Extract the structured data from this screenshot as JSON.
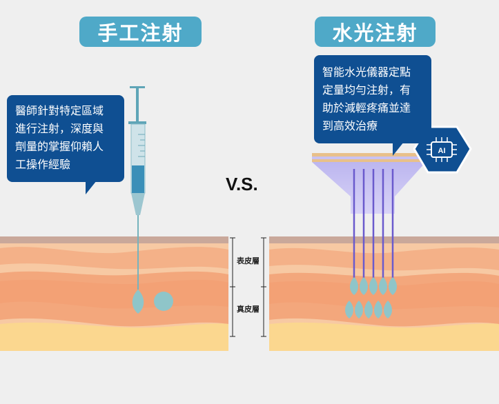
{
  "titles": {
    "left": "手工注射",
    "right": "水光注射"
  },
  "bubbles": {
    "left": [
      "醫師針對特定區域",
      "進行注射，深度與",
      "劑量的掌握仰賴人",
      "工操作經驗"
    ],
    "right": [
      "智能水光儀器定點",
      "定量均勻注射，有",
      "助於減輕疼痛並達",
      "到高效治療"
    ]
  },
  "vs_label": "V.S.",
  "layers": {
    "epidermis": "表皮層",
    "dermis": "真皮層"
  },
  "chip_label": "AI",
  "colors": {
    "title_bg": "#4fa9c8",
    "bubble_bg": "#0f4f92",
    "skin_top": "#c9a89a",
    "skin_light": "#f7c9a3",
    "skin_orange": "#f39d72",
    "skin_fat": "#fbd78f",
    "needle": "#6a5acd",
    "drop": "#8fc5c9"
  }
}
